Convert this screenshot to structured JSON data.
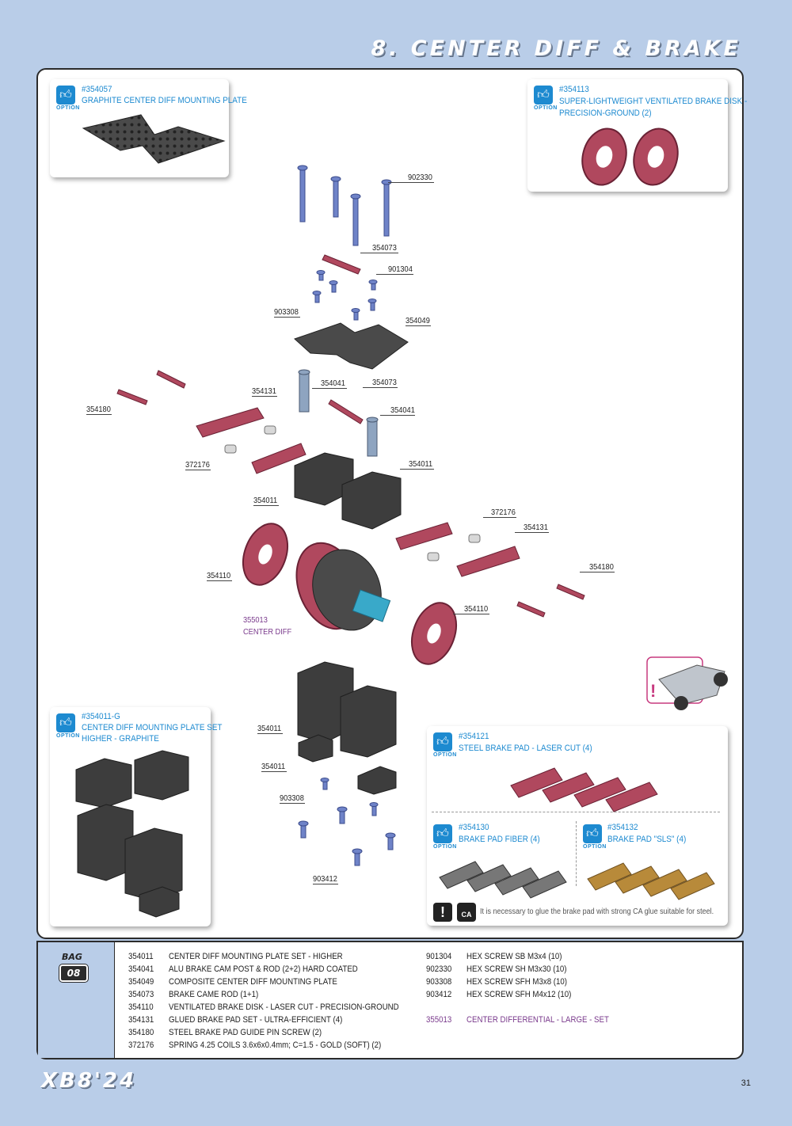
{
  "header": {
    "title": "8. CENTER DIFF & BRAKE"
  },
  "option_boxes": [
    {
      "part": "#354057",
      "lines": [
        "GRAPHITE CENTER DIFF MOUNTING PLATE"
      ],
      "badge": "OPTION"
    },
    {
      "part": "#354113",
      "lines": [
        "SUPER-LIGHTWEIGHT VENTILATED BRAKE DISK -",
        "PRECISION-GROUND (2)"
      ],
      "badge": "OPTION"
    },
    {
      "part": "#354011-G",
      "lines": [
        "CENTER DIFF MOUNTING PLATE SET",
        "HIGHER - GRAPHITE"
      ],
      "badge": "OPTION"
    },
    {
      "part": "#354121",
      "lines": [
        "STEEL BRAKE PAD - LASER CUT (4)"
      ],
      "badge": "OPTION"
    },
    {
      "part": "#354130",
      "lines": [
        "BRAKE PAD FIBER (4)"
      ],
      "badge": "OPTION"
    },
    {
      "part": "#354132",
      "lines": [
        "BRAKE PAD \"SLS\" (4)"
      ],
      "badge": "OPTION"
    }
  ],
  "callouts": {
    "c902330": "902330",
    "c354073a": "354073",
    "c901304": "901304",
    "c903308a": "903308",
    "c354049": "354049",
    "c354131a": "354131",
    "c354041a": "354041",
    "c354073b": "354073",
    "c354180a": "354180",
    "c354041b": "354041",
    "c372176a": "372176",
    "c354011a": "354011",
    "c354011b": "354011",
    "c372176b": "372176",
    "c354131b": "354131",
    "c354180b": "354180",
    "c354110a": "354110",
    "c354110b": "354110",
    "c355013": "355013",
    "c_center_diff": "CENTER DIFF",
    "c354011c": "354011",
    "c354011d": "354011",
    "c903308b": "903308",
    "c903412": "903412"
  },
  "glue_note": "It is necessary to glue the brake pad with strong CA glue suitable for steel.",
  "ca_badge": "CA",
  "bag": {
    "label": "BAG",
    "number": "08"
  },
  "parts_left": [
    {
      "code": "354011",
      "desc": "CENTER DIFF MOUNTING PLATE SET - HIGHER"
    },
    {
      "code": "354041",
      "desc": "ALU BRAKE CAM POST & ROD (2+2) HARD COATED"
    },
    {
      "code": "354049",
      "desc": "COMPOSITE CENTER DIFF MOUNTING PLATE"
    },
    {
      "code": "354073",
      "desc": "BRAKE CAME ROD (1+1)"
    },
    {
      "code": "354110",
      "desc": "VENTILATED BRAKE DISK - LASER CUT - PRECISION-GROUND"
    },
    {
      "code": "354131",
      "desc": "GLUED BRAKE PAD SET - ULTRA-EFFICIENT (4)"
    },
    {
      "code": "354180",
      "desc": "STEEL BRAKE PAD GUIDE PIN SCREW (2)"
    },
    {
      "code": "372176",
      "desc": "SPRING 4.25 COILS 3.6x6x0.4mm; C=1.5 - GOLD (SOFT) (2)"
    }
  ],
  "parts_right": [
    {
      "code": "901304",
      "desc": "HEX SCREW  SB M3x4  (10)"
    },
    {
      "code": "902330",
      "desc": "HEX SCREW  SH M3x30  (10)"
    },
    {
      "code": "903308",
      "desc": "HEX SCREW  SFH M3x8  (10)"
    },
    {
      "code": "903412",
      "desc": "HEX SCREW  SFH M4x12  (10)"
    }
  ],
  "parts_special": {
    "code": "355013",
    "desc": "CENTER DIFFERENTIAL - LARGE - SET"
  },
  "footer": {
    "logo": "XB8'24",
    "page": "31"
  },
  "colors": {
    "background": "#b9cde8",
    "option_blue": "#1d8ad0",
    "purple_text": "#7a3a8c",
    "part_grey": "#3d3d3d",
    "part_pink": "#b0485e",
    "screw_blue": "#6f83c8"
  }
}
